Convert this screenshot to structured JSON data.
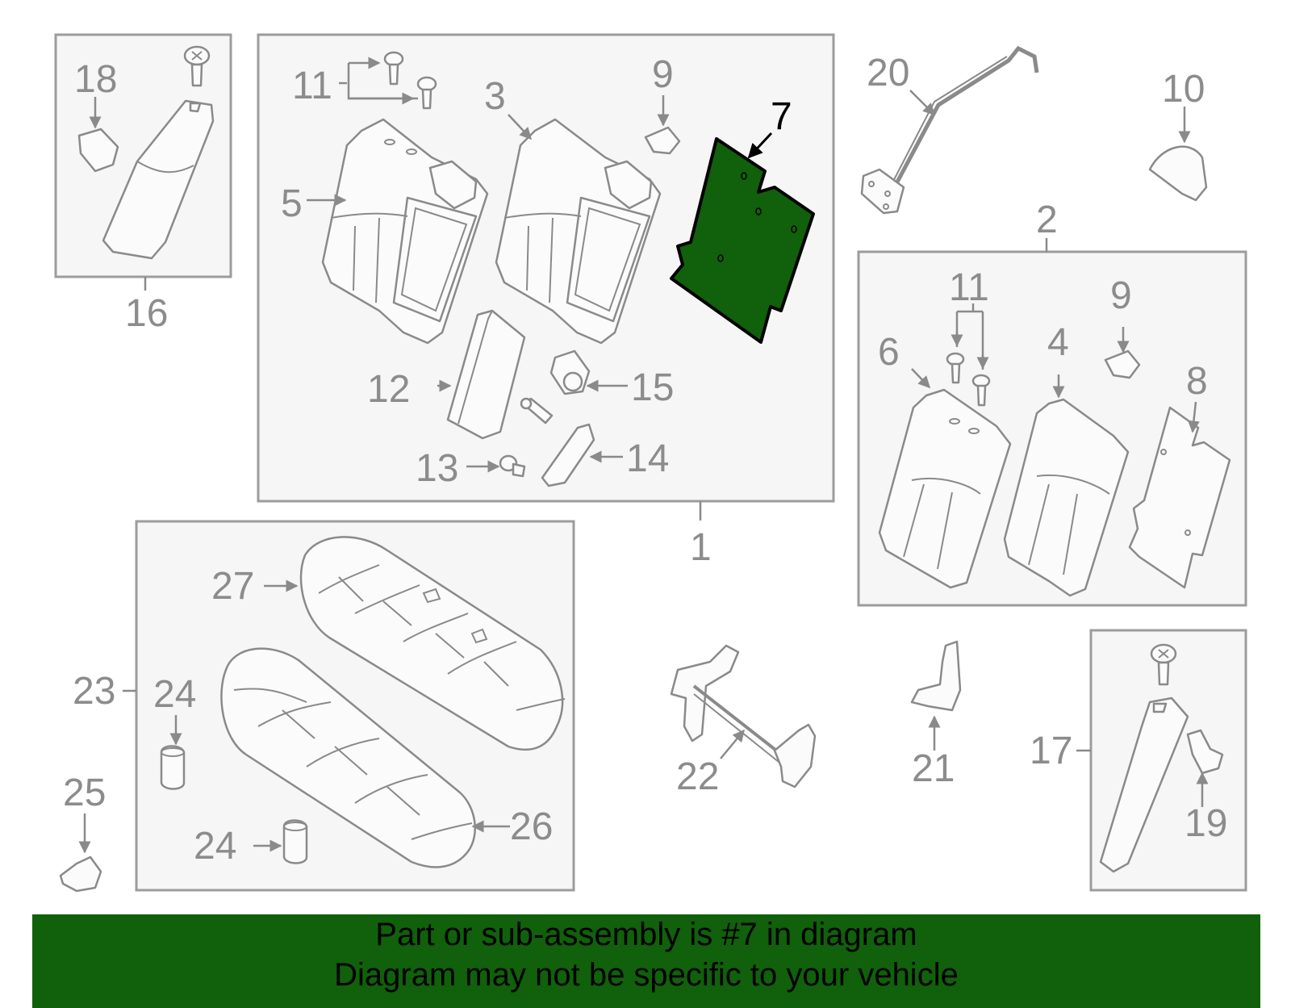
{
  "diagram": {
    "callouts": {
      "c1": "1",
      "c2": "2",
      "c3": "3",
      "c4": "4",
      "c5": "5",
      "c6": "6",
      "c7": "7",
      "c8": "8",
      "c9a": "9",
      "c9b": "9",
      "c10": "10",
      "c11a": "11",
      "c11b": "11",
      "c12": "12",
      "c13": "13",
      "c14": "14",
      "c15": "15",
      "c16": "16",
      "c17": "17",
      "c18": "18",
      "c19": "19",
      "c20": "20",
      "c21": "21",
      "c22": "22",
      "c23": "23",
      "c24a": "24",
      "c24b": "24",
      "c25": "25",
      "c26": "26",
      "c27": "27"
    },
    "highlight_part": "7",
    "highlight_color": "#11600b",
    "line_color": "#8a8a8a",
    "box_fill": "#f6f6f6"
  },
  "banner": {
    "line1": "Part or sub-assembly is #7 in diagram",
    "line2": "Diagram may not be specific to your vehicle",
    "background": "#11600b"
  }
}
